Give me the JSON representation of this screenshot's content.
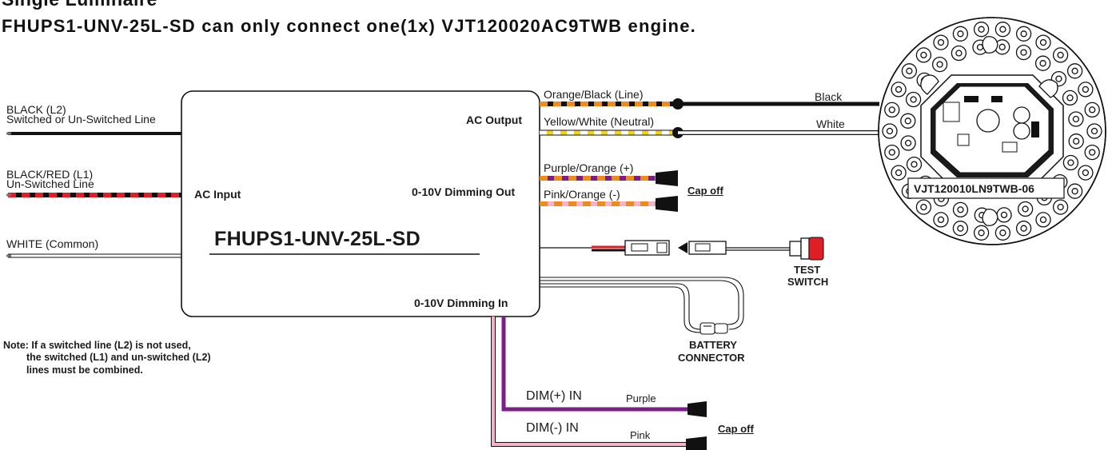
{
  "header": {
    "title": "Single Luminaire",
    "subtitle": "FHUPS1-UNV-25L-SD can only connect one(1x) VJT120020AC9TWB engine."
  },
  "input_wires": {
    "l2_line1": "BLACK (L2)",
    "l2_line2": "Switched or Un-Switched Line",
    "l1_line1": "BLACK/RED (L1)",
    "l1_line2": "Un-Switched Line",
    "common": "WHITE (Common)"
  },
  "driver": {
    "model": "FHUPS1-UNV-25L-SD",
    "ac_output": "AC Output",
    "ac_input": "AC Input",
    "dimming_out": "0-10V Dimming Out",
    "dimming_in": "0-10V Dimming In"
  },
  "output_wires": {
    "line": "Orange/Black (Line)",
    "neutral": "Yellow/White (Neutral)",
    "dim_pos": "Purple/Orange (+)",
    "dim_neg": "Pink/Orange (-)",
    "black": "Black",
    "white": "White",
    "cap_off": "Cap off"
  },
  "engine": {
    "label": "VJT120010LN9TWB-06"
  },
  "test_switch": {
    "line1": "TEST",
    "line2": "SWITCH"
  },
  "battery": {
    "line1": "BATTERY",
    "line2": "CONNECTOR"
  },
  "note": {
    "line1": "Note: If a switched line (L2) is not used,",
    "line2": "the switched (L1) and un-switched (L2)",
    "line3": "lines must be combined."
  },
  "dimming_in_wires": {
    "pos_label": "DIM(+) IN",
    "pos_color": "Purple",
    "neg_label": "DIM(-) IN",
    "neg_color": "Pink",
    "cap_off": "Cap off"
  },
  "colors": {
    "orange": "#f08a1c",
    "yellow": "#f2d21a",
    "purple": "#7a1f86",
    "pink": "#f2b3cb",
    "red": "#e01e26"
  }
}
